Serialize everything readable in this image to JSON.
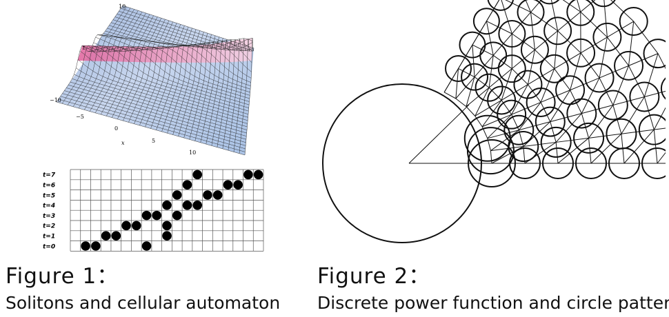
{
  "figure1": {
    "number": "Figure 1：",
    "description": "Solitons and cellular automaton",
    "surface": {
      "axis_x_label": "x",
      "axis_t_label": "t",
      "x_ticks": [
        "−5",
        "0",
        "5",
        "10"
      ],
      "t_ticks": [
        "10",
        "−10"
      ]
    },
    "automaton": {
      "row_labels": [
        "t=7",
        "t=6",
        "t=5",
        "t=4",
        "t=3",
        "t=2",
        "t=1",
        "t=0"
      ],
      "columns": 18,
      "cells": [
        {
          "t": 0,
          "cols": [
            0,
            1,
            6
          ]
        },
        {
          "t": 1,
          "cols": [
            2,
            3,
            8
          ]
        },
        {
          "t": 2,
          "cols": [
            4,
            5,
            8
          ]
        },
        {
          "t": 3,
          "cols": [
            6,
            7,
            9
          ]
        },
        {
          "t": 4,
          "cols": [
            8,
            10,
            11
          ]
        },
        {
          "t": 5,
          "cols": [
            9,
            12,
            13
          ]
        },
        {
          "t": 6,
          "cols": [
            10,
            14,
            15
          ]
        },
        {
          "t": 7,
          "cols": [
            11,
            16,
            17
          ]
        }
      ]
    }
  },
  "figure2": {
    "number": "Figure 2：",
    "description": "Discrete power function and circle pattern"
  }
}
